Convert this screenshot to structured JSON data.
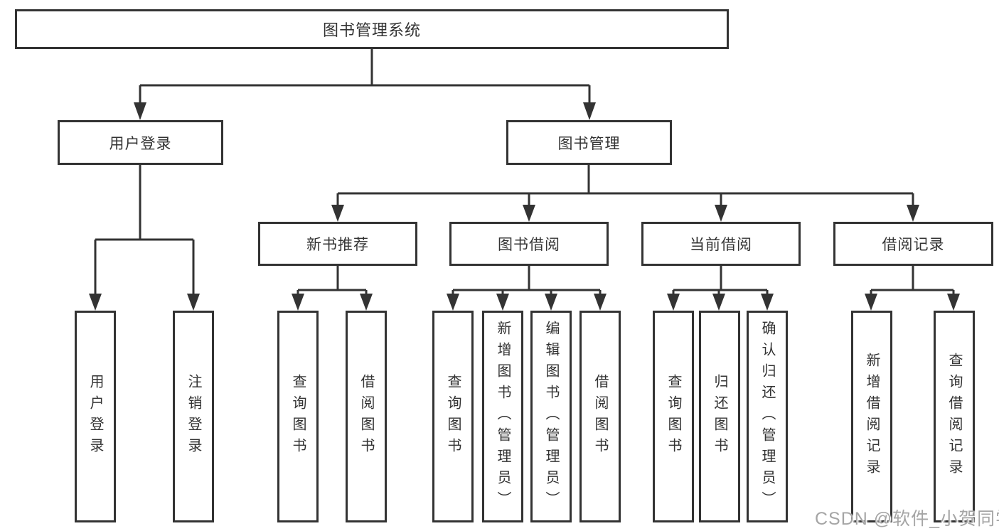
{
  "tree": {
    "label": "图书管理系统",
    "children": [
      {
        "label": "用户登录",
        "children": [
          {
            "label": "用户登录"
          },
          {
            "label": "注销登录"
          }
        ]
      },
      {
        "label": "图书管理",
        "children": [
          {
            "label": "新书推荐",
            "children": [
              {
                "label": "查询图书"
              },
              {
                "label": "借阅图书"
              }
            ]
          },
          {
            "label": "图书借阅",
            "children": [
              {
                "label": "查询图书"
              },
              {
                "label": "新增图书（管理员）"
              },
              {
                "label": "编辑图书（管理员）"
              },
              {
                "label": "借阅图书"
              }
            ]
          },
          {
            "label": "当前借阅",
            "children": [
              {
                "label": "查询图书"
              },
              {
                "label": "归还图书"
              },
              {
                "label": "确认归还（管理员）"
              }
            ]
          },
          {
            "label": "借阅记录",
            "children": [
              {
                "label": "新增借阅记录"
              },
              {
                "label": "查询借阅记录"
              }
            ]
          }
        ]
      }
    ]
  },
  "watermark": {
    "text": "CSDN @软件_小贺同学"
  },
  "colors": {
    "line": "#333333",
    "box_border": "#333333",
    "box_fill": "#ffffff",
    "text": "#333333",
    "background": "#ffffff",
    "watermark_text": "#a5a5a5"
  }
}
